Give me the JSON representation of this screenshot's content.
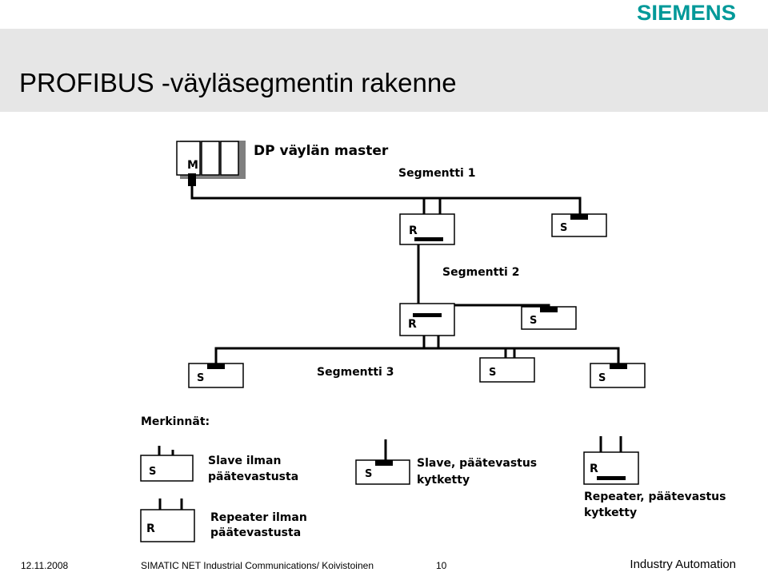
{
  "brand": {
    "logo_text": "SIEMENS",
    "logo_color": "#009999"
  },
  "header": {
    "title": "PROFIBUS -väyläsegmentin rakenne",
    "band_color": "#e6e6e6"
  },
  "diagram": {
    "master_label": "DP väylän master",
    "master_letter": "M",
    "repeater_letter": "R",
    "slave_letter": "S",
    "segments": [
      "Segmentti 1",
      "Segmentti 2",
      "Segmentti 3"
    ]
  },
  "legend": {
    "title": "Merkinnät:",
    "slave_no_term": [
      "Slave ilman",
      "päätevastusta"
    ],
    "slave_term": [
      "Slave, päätevastus",
      "kytketty"
    ],
    "repeater_no_term": [
      "Repeater ilman",
      "päätevastusta"
    ],
    "repeater_term": [
      "Repeater, päätevastus",
      "kytketty"
    ]
  },
  "footer": {
    "date": "12.11.2008",
    "course": "SIMATIC NET Industrial Communications/ Koivistoinen",
    "page": "10",
    "org": "Industry Automation"
  }
}
